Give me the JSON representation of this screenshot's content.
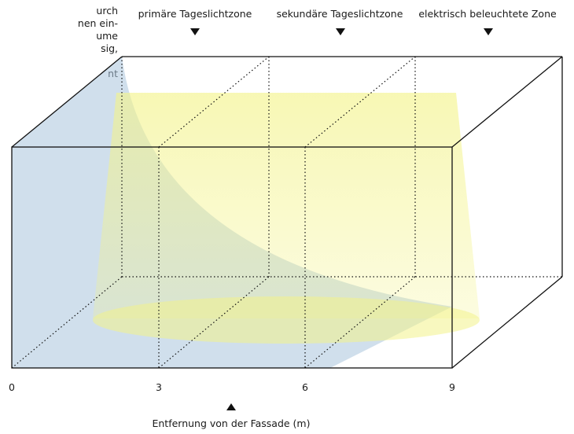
{
  "intro_text": "urch\nnen ein-\nume\nsig,\n\nnt",
  "zones": [
    {
      "label": "primäre Tageslichtzone"
    },
    {
      "label": "sekundäre Tageslichtzone"
    },
    {
      "label": "elektrisch beleuchtete Zone"
    }
  ],
  "axis": {
    "ticks": [
      "0",
      "3",
      "6",
      "9"
    ],
    "label": "Entfernung von der Fassade (m)"
  },
  "colors": {
    "daylight": "#a9c4dc",
    "artificial": "#f3f38a",
    "lines": "#111111"
  }
}
